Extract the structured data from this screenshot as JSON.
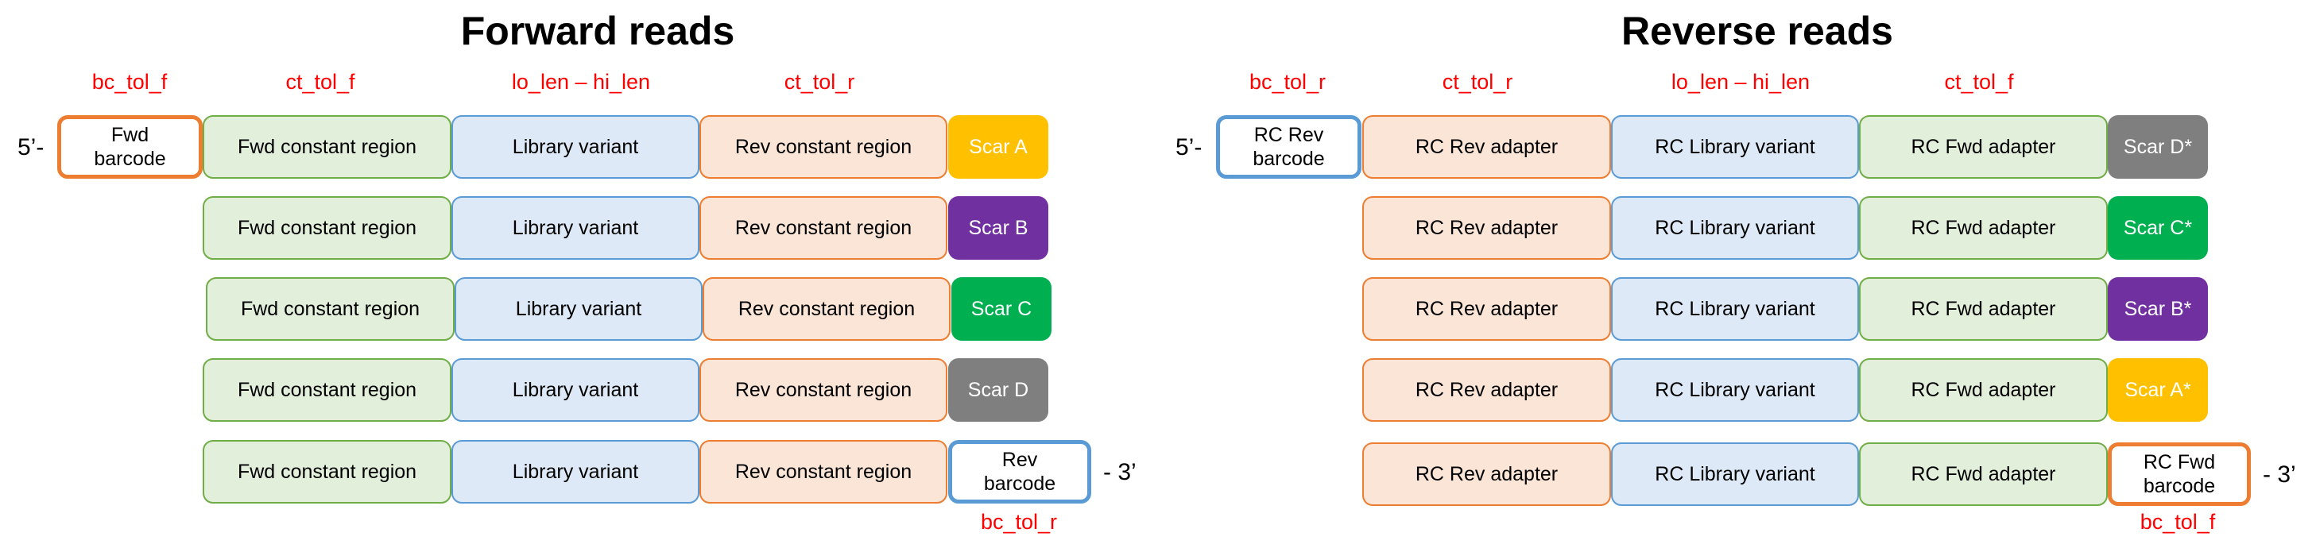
{
  "forward": {
    "title": "Forward reads",
    "tolerances": {
      "barcode": "bc_tol_f",
      "constant_fwd": "ct_tol_f",
      "variant": "lo_len – hi_len",
      "constant_rev": "ct_tol_r",
      "rev_barcode": "bc_tol_r"
    },
    "five_prime": "5’-",
    "three_prime": "- 3’",
    "barcode_start": "Fwd barcode",
    "barcode_end": "Rev barcode",
    "rows": [
      {
        "a": "Fwd constant region",
        "b": "Library variant",
        "c": "Rev constant region",
        "scar": "Scar A",
        "color": "#ffc000"
      },
      {
        "a": "Fwd constant region",
        "b": "Library variant",
        "c": "Rev constant region",
        "scar": "Scar B",
        "color": "#7030a0"
      },
      {
        "a": "Fwd constant region",
        "b": "Library variant",
        "c": "Rev constant region",
        "scar": "Scar C",
        "color": "#00b050"
      },
      {
        "a": "Fwd constant region",
        "b": "Library variant",
        "c": "Rev constant region",
        "scar": "Scar D",
        "color": "#7f7f7f"
      },
      {
        "a": "Fwd constant region",
        "b": "Library variant",
        "c": "Rev constant region"
      }
    ]
  },
  "reverse": {
    "title": "Reverse reads",
    "tolerances": {
      "barcode": "bc_tol_r",
      "constant_fwd": "ct_tol_r",
      "variant": "lo_len – hi_len",
      "constant_rev": "ct_tol_f",
      "rev_barcode": "bc_tol_f"
    },
    "five_prime": "5’-",
    "three_prime": "- 3’",
    "barcode_start": "RC Rev barcode",
    "barcode_end": "RC Fwd barcode",
    "rows": [
      {
        "a": "RC Rev adapter",
        "b": "RC Library variant",
        "c": "RC Fwd adapter",
        "scar": "Scar D*",
        "color": "#7f7f7f"
      },
      {
        "a": "RC Rev adapter",
        "b": "RC Library variant",
        "c": "RC Fwd adapter",
        "scar": "Scar C*",
        "color": "#00b050"
      },
      {
        "a": "RC Rev adapter",
        "b": "RC Library variant",
        "c": "RC Fwd adapter",
        "scar": "Scar B*",
        "color": "#7030a0"
      },
      {
        "a": "RC Rev adapter",
        "b": "RC Library variant",
        "c": "RC Fwd adapter",
        "scar": "Scar A*",
        "color": "#ffc000"
      },
      {
        "a": "RC Rev adapter",
        "b": "RC Library variant",
        "c": "RC Fwd adapter"
      }
    ]
  }
}
